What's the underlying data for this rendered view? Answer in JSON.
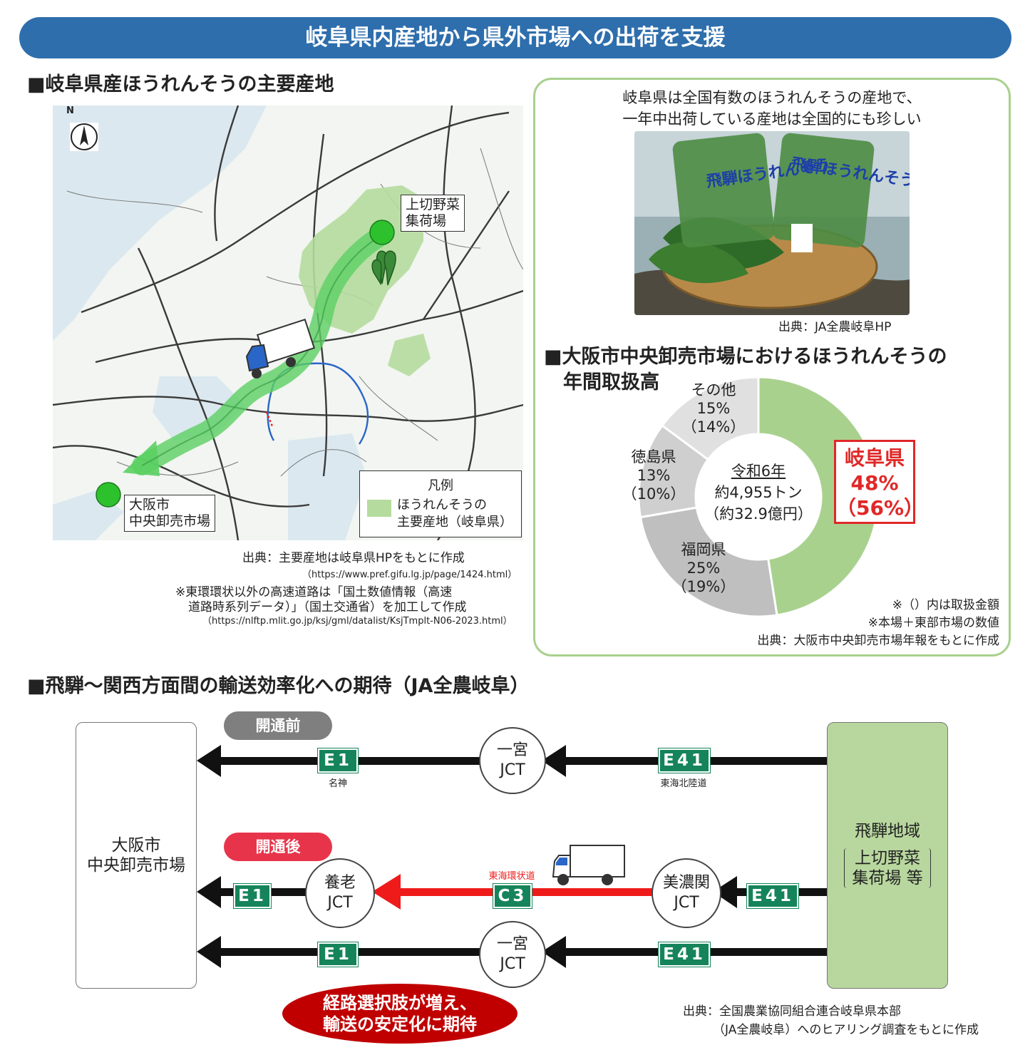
{
  "banner": "岐阜県内産地から県外市場への出荷を支援",
  "map_section": {
    "heading": "■岐阜県産ほうれんそうの主要産地",
    "compass": "N",
    "origin_label_1": "上切野菜",
    "origin_label_2": "集荷場",
    "dest_label_1": "大阪市",
    "dest_label_2": "中央卸売市場",
    "legend_title": "凡例",
    "legend_item_1": "ほうれんそうの",
    "legend_item_2": "主要産地（岐阜県）",
    "source_1": "出典：主要産地は岐阜県HPをもとに作成",
    "source_1_url": "（https://www.pref.gifu.lg.jp/page/1424.html）",
    "note_1": "※東環環状以外の高速道路は「国土数値情報（高速",
    "note_2": "道路時系列データ）」（国土交通省）を加工して作成",
    "note_url": "（https://nlftp.mlit.go.jp/ksj/gml/datalist/KsjTmplt-N06-2023.html）",
    "colors": {
      "route": "#3dbf4a",
      "area": "#b5dc9e"
    }
  },
  "photo_panel": {
    "caption_1": "岐阜県は全国有数のほうれんそうの産地で、",
    "caption_2": "一年中出荷している産地は全国的にも珍しい",
    "photo_text": "飛騨ほうれんそう",
    "photo_source": "出典：JA全農岐阜HP"
  },
  "pie_section": {
    "heading_1": "■大阪市中央卸売市場におけるほうれんそうの",
    "heading_2": "年間取扱高",
    "center_1": "令和6年",
    "center_2": "約4,955トン",
    "center_3": "（約32.9億円）",
    "gifu": {
      "name": "岐阜県",
      "pct": "48%",
      "amt": "（56%）"
    },
    "fukuoka": {
      "name": "福岡県",
      "pct": "25%",
      "amt": "（19%）"
    },
    "tokushima": {
      "name": "徳島県",
      "pct": "13%",
      "amt": "（10%）"
    },
    "other": {
      "name": "その他",
      "pct": "15%",
      "amt": "（14%）"
    },
    "note_1": "※（）内は取扱金額",
    "note_2": "※本場＋東部市場の数値",
    "source": "出典：大阪市中央卸売市場年報をもとに作成"
  },
  "chart_data": {
    "type": "pie",
    "categories": [
      "岐阜県",
      "福岡県",
      "徳島県",
      "その他"
    ],
    "values": [
      48,
      25,
      13,
      15
    ],
    "amount_share": [
      56,
      19,
      10,
      14
    ],
    "colors": [
      "#a9d18e",
      "#bfbfbf",
      "#cfcfcf",
      "#e0e0e0"
    ]
  },
  "flow_section": {
    "heading": "■飛騨～関西方面間の輸送効率化への期待（JA全農岐阜）",
    "before_label": "開通前",
    "after_label": "開通後",
    "left_box_1": "大阪市",
    "left_box_2": "中央卸売市場",
    "right_box_1": "飛騨地域",
    "right_box_2": "上切野菜",
    "right_box_3": "集荷場 等",
    "e1": "E1",
    "e41": "E41",
    "c3": "C3",
    "meishin": "名神",
    "tokai_hokuriku": "東海北陸道",
    "tokai_kanjo": "東海環状道",
    "ichinomiya_1": "一宮",
    "jct": "JCT",
    "yoro": "養老",
    "minoseki": "美濃関",
    "expect_1": "経路選択肢が増え、",
    "expect_2": "輸送の安定化に期待",
    "source_1": "出典：全国農業協同組合連合岐阜県本部",
    "source_2": "（JA全農岐阜）へのヒアリング調査をもとに作成",
    "colors": {
      "before": "#7f7f7f",
      "after": "#e8344a",
      "red_line": "#ef1b1b",
      "sign": "#16845a",
      "expect": "#c00000"
    }
  }
}
